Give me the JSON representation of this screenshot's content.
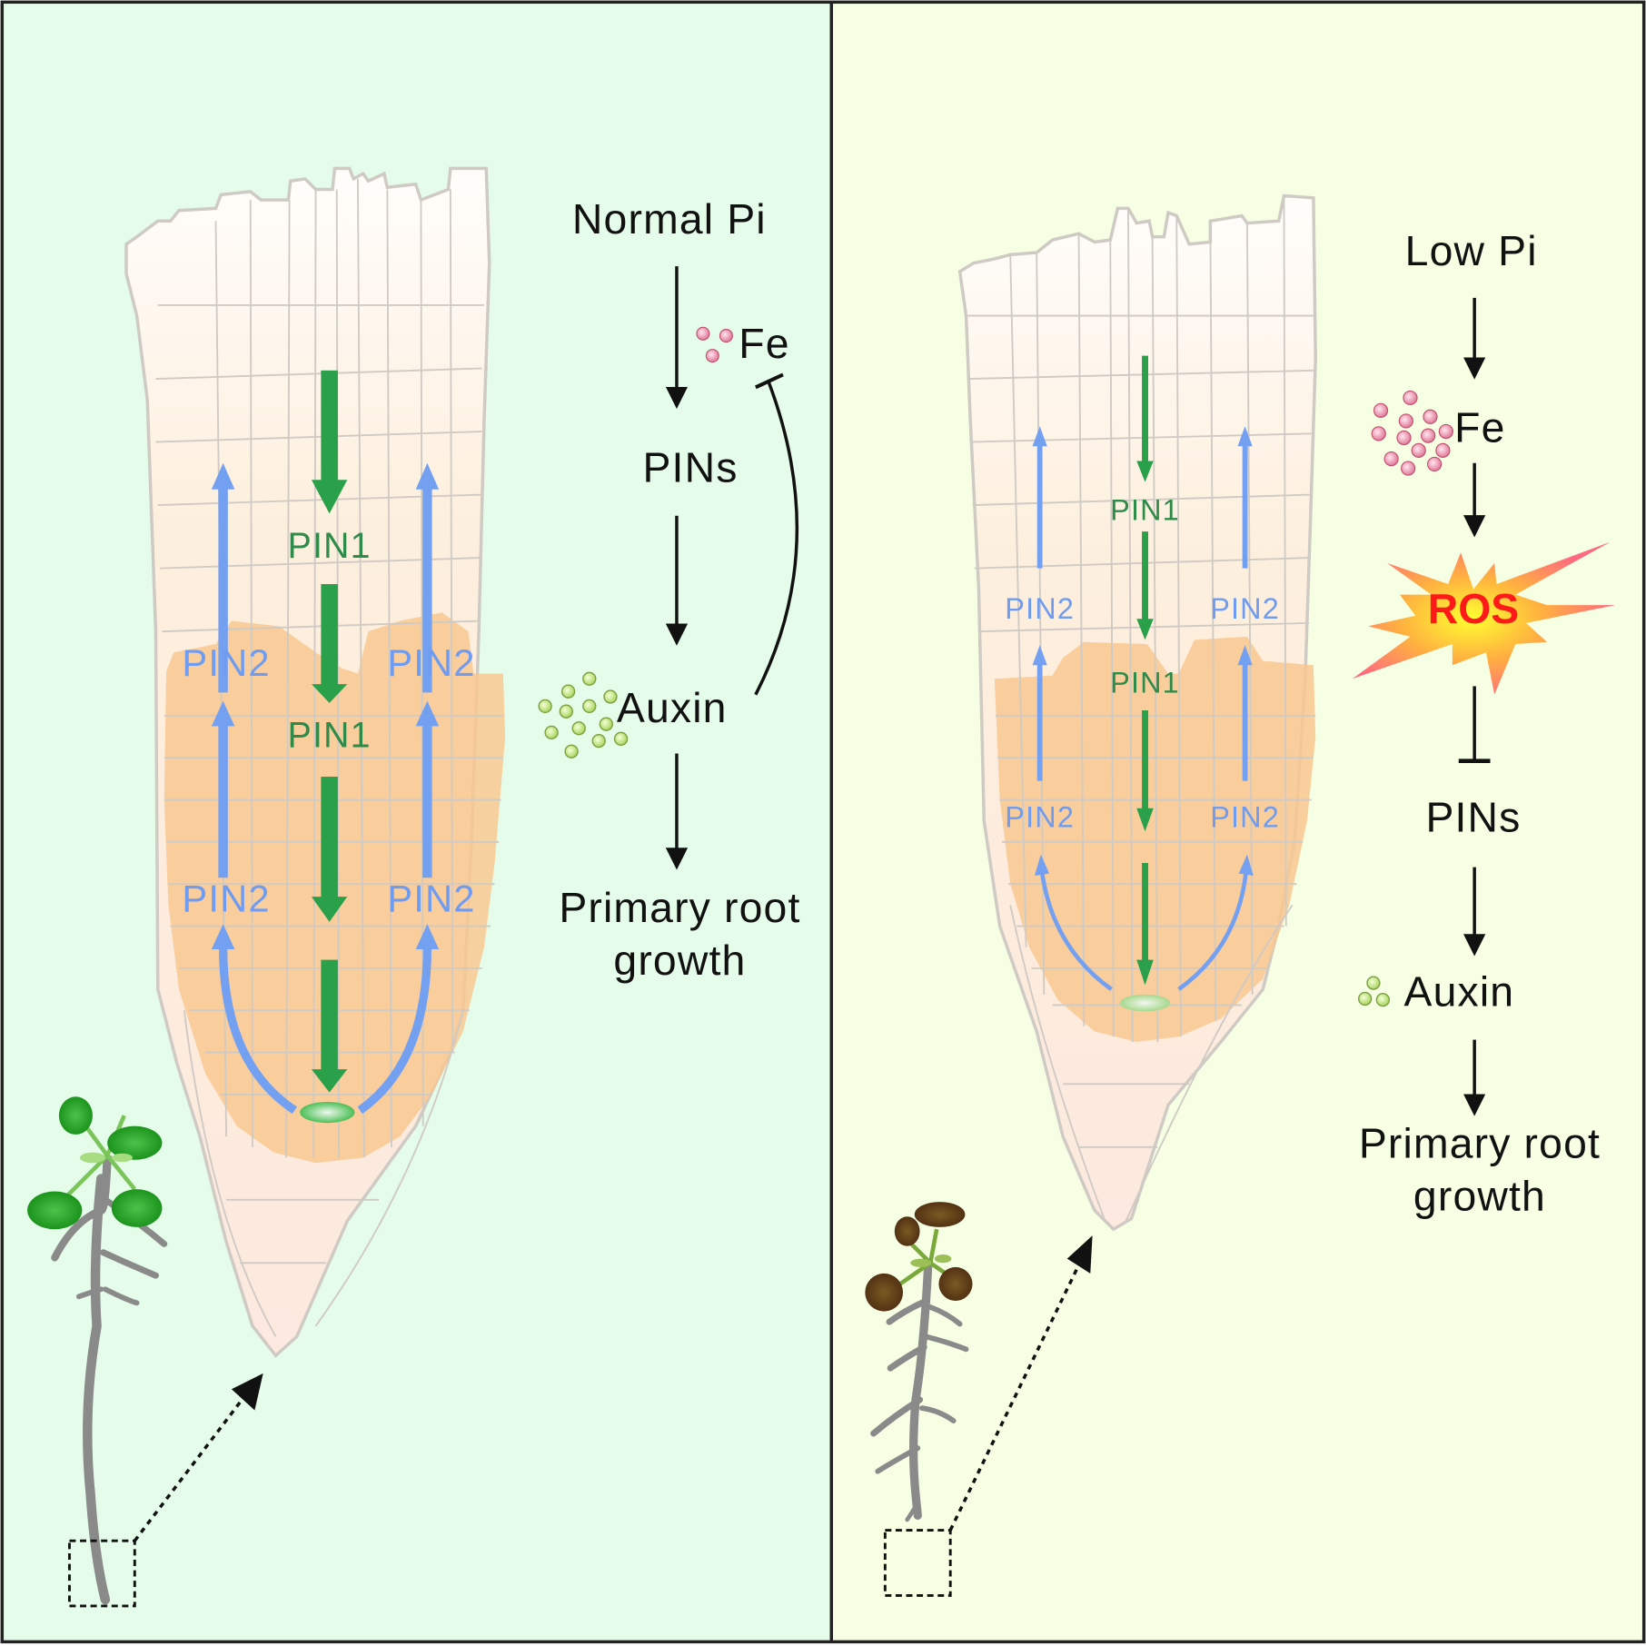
{
  "figure": {
    "panels": [
      {
        "id": "normal",
        "background": "#e4fce9",
        "condition": "Normal Pi",
        "pathway": {
          "nodes": [
            "Normal Pi",
            "PINs",
            "Auxin",
            "Primary root",
            "growth"
          ],
          "fe_label": "Fe",
          "auxin_label": "Auxin",
          "fe_particle_count": 3,
          "auxin_particle_count": 13,
          "feedback": "Auxin inhibits Fe"
        },
        "root_labels": {
          "pin1_upper": "PIN1",
          "pin1_lower": "PIN1",
          "pin2_upper_left": "PIN2",
          "pin2_upper_right": "PIN2",
          "pin2_lower_left": "PIN2",
          "pin2_lower_right": "PIN2"
        },
        "seedling": {
          "leaf_color": "#2aa52a",
          "state": "healthy"
        }
      },
      {
        "id": "low",
        "background": "#f6ffe4",
        "condition": "Low Pi",
        "pathway": {
          "nodes": [
            "Low Pi",
            "Fe",
            "ROS",
            "PINs",
            "Auxin",
            "Primary root",
            "growth"
          ],
          "fe_label": "Fe",
          "ros_label": "ROS",
          "auxin_label": "Auxin",
          "fe_particle_count": 13,
          "auxin_particle_count": 3,
          "inhibition": "ROS inhibits PINs"
        },
        "root_labels": {
          "pin1_upper": "PIN1",
          "pin1_lower": "PIN1",
          "pin2_upper_left": "PIN2",
          "pin2_upper_right": "PIN2",
          "pin2_lower_left": "PIN2",
          "pin2_lower_right": "PIN2"
        },
        "seedling": {
          "leaf_color": "#5a3a1a",
          "state": "stressed"
        }
      }
    ],
    "colors": {
      "pin1_arrow": "#2aa04a",
      "pin2_arrow": "#74a0f2",
      "meristem": "#f9c890",
      "fe_particle": "#e98aa6",
      "auxin_particle": "#b8e27a",
      "ros_text": "#ff1a1a"
    }
  }
}
